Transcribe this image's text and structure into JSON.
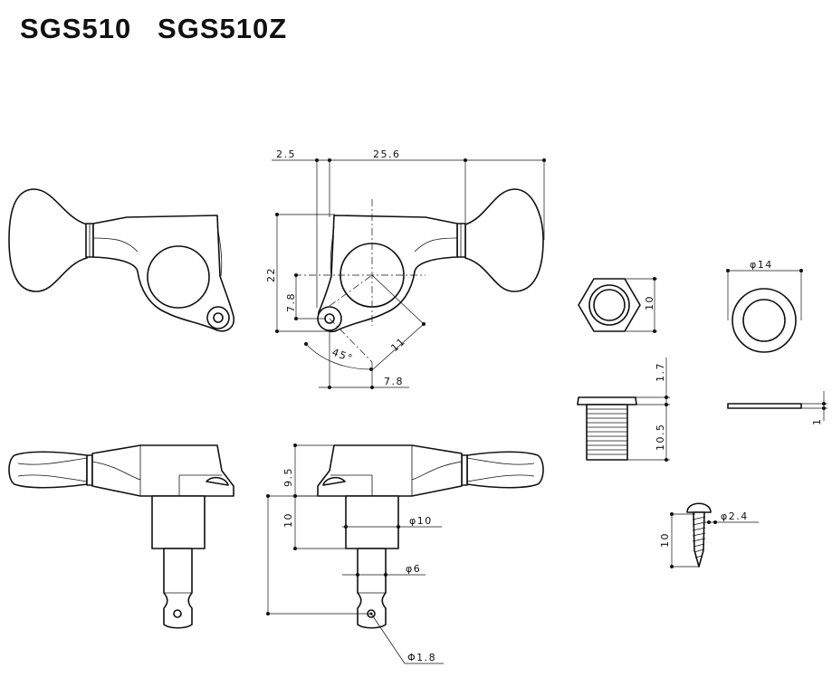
{
  "title": {
    "model_a": "SGS510",
    "model_b": "SGS510Z"
  },
  "dimensions": {
    "offset_top": "2.5",
    "overall_length": "25.6",
    "height": "22",
    "post_center_height": "7.8",
    "angle": "45°",
    "diagonal": "11",
    "post_offset": "7.8",
    "nut_hex": "10",
    "washer_diameter": "φ14",
    "washer_thickness": "1",
    "bushing_flange": "1.7",
    "bushing_thread": "10.5",
    "screw_diameter": "φ2.4",
    "screw_length": "10",
    "housing_height": "9.5",
    "post_base": "10",
    "post_diameter_upper": "φ10",
    "post_diameter_lower": "φ6",
    "string_hole": "Φ1.8"
  }
}
